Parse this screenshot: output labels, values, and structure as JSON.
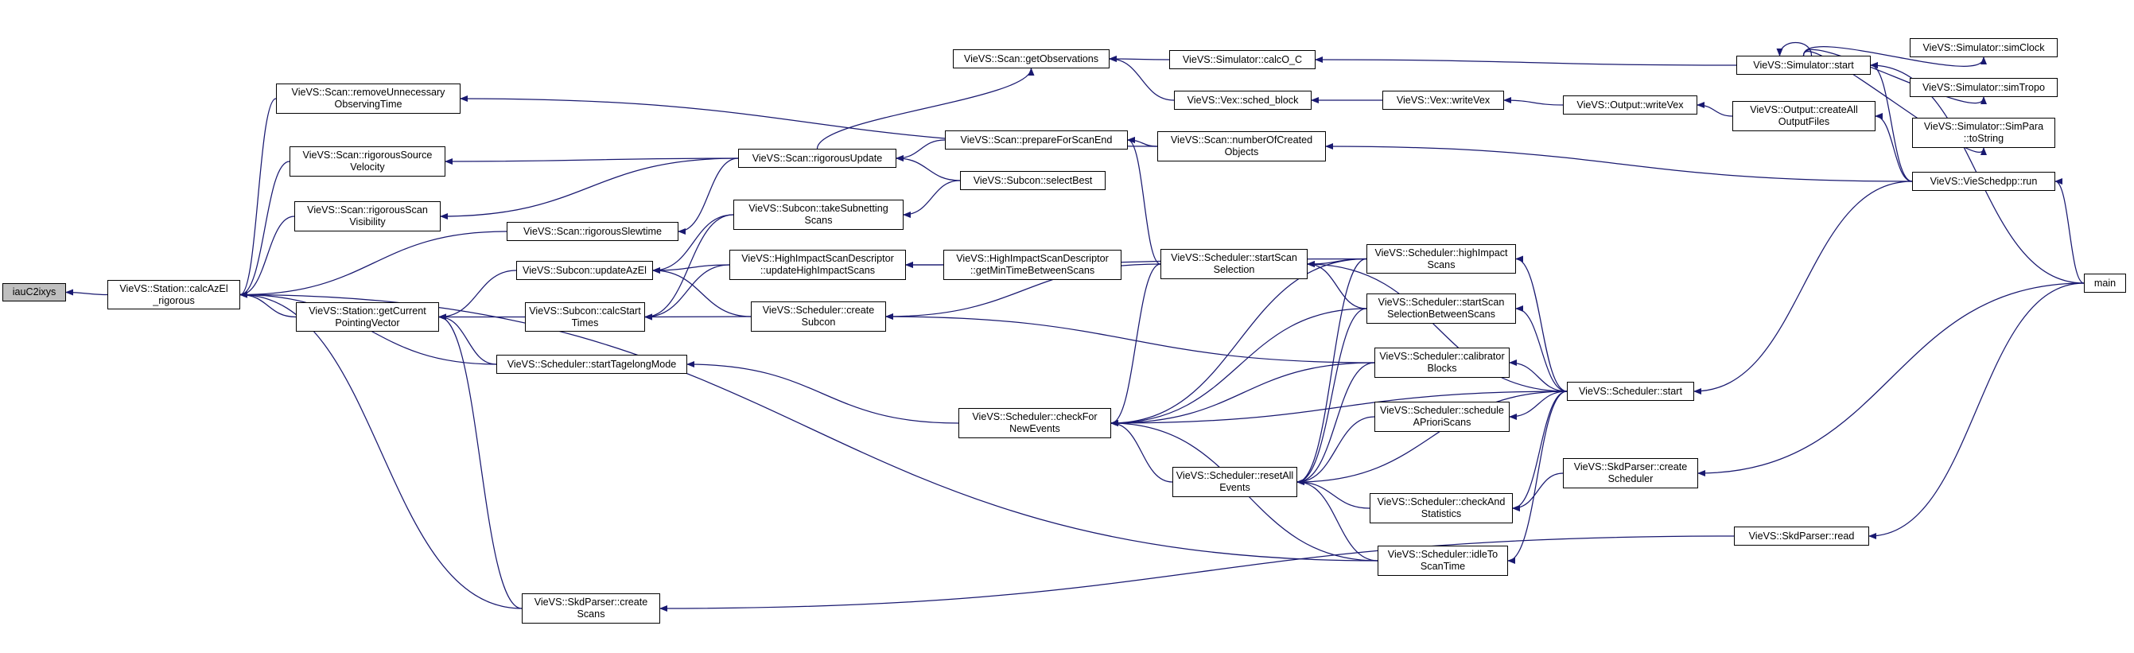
{
  "colors": {
    "edge": "#191970",
    "root_fill": "#bfbfbf",
    "node_fill": "#ffffff",
    "border": "#000000"
  },
  "nodes": {
    "iauC2ixys": "iauC2ixys",
    "calcAzEl": "VieVS::Station::calcAzEl\n_rigorous",
    "removeUnnecessary": "VieVS::Scan::removeUnnecessary\nObservingTime",
    "rigSourceVelocity": "VieVS::Scan::rigorousSource\nVelocity",
    "rigScanVisibility": "VieVS::Scan::rigorousScan\nVisibility",
    "rigSlewtime": "VieVS::Scan::rigorousSlewtime",
    "getPointing": "VieVS::Station::getCurrent\nPointingVector",
    "updateAzEl": "VieVS::Subcon::updateAzEl",
    "calcStartTimes": "VieVS::Subcon::calcStart\nTimes",
    "startTagelong": "VieVS::Scheduler::startTagelongMode",
    "skdCreateScans": "VieVS::SkdParser::create\nScans",
    "getObservations": "VieVS::Scan::getObservations",
    "rigUpdate": "VieVS::Scan::rigorousUpdate",
    "takeSubnetting": "VieVS::Subcon::takeSubnetting\nScans",
    "updateHighImpact": "VieVS::HighImpactScanDescriptor\n::updateHighImpactScans",
    "createSubcon": "VieVS::Scheduler::create\nSubcon",
    "checkForNewEvents": "VieVS::Scheduler::checkFor\nNewEvents",
    "prepareForScanEnd": "VieVS::Scan::prepareForScanEnd",
    "selectBest": "VieVS::Subcon::selectBest",
    "getMinTime": "VieVS::HighImpactScanDescriptor\n::getMinTimeBetweenScans",
    "startScanSelection": "VieVS::Scheduler::startScan\nSelection",
    "resetAllEvents": "VieVS::Scheduler::resetAll\nEvents",
    "calcOC": "VieVS::Simulator::calcO_C",
    "schedBlock": "VieVS::Vex::sched_block",
    "numberOfCreated": "VieVS::Scan::numberOfCreated\nObjects",
    "highImpactScans": "VieVS::Scheduler::highImpact\nScans",
    "startScanSelBetween": "VieVS::Scheduler::startScan\nSelectionBetweenScans",
    "calibratorBlocks": "VieVS::Scheduler::calibrator\nBlocks",
    "scheduleApriori": "VieVS::Scheduler::schedule\nAPrioriScans",
    "checkAndStatistics": "VieVS::Scheduler::checkAnd\nStatistics",
    "idleToScanTime": "VieVS::Scheduler::idleTo\nScanTime",
    "vexWriteVex": "VieVS::Vex::writeVex",
    "outputWriteVex": "VieVS::Output::writeVex",
    "schedulerStart": "VieVS::Scheduler::start",
    "skdCreateScheduler": "VieVS::SkdParser::create\nScheduler",
    "simulatorStart": "VieVS::Simulator::start",
    "createAllOutput": "VieVS::Output::createAll\nOutputFiles",
    "skdRead": "VieVS::SkdParser::read",
    "simClock": "VieVS::Simulator::simClock",
    "simTropo": "VieVS::Simulator::simTropo",
    "simParaToString": "VieVS::Simulator::SimPara\n::toString",
    "vieSchedRun": "VieVS::VieSchedpp::run",
    "main": "main"
  }
}
